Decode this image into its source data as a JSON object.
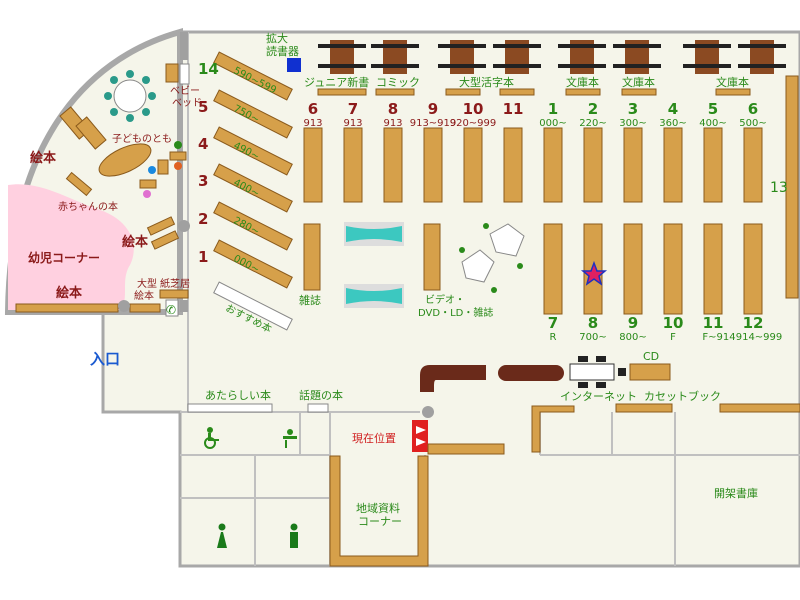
{
  "colors": {
    "floor": "#f5f5ea",
    "wall": "#a8a8a8",
    "shelf_fill": "#d6a04a",
    "shelf_stroke": "#8a5a1c",
    "table": "#8b4a22",
    "kids_pink": "#ffd0e0",
    "label_red": "#8b1a1a",
    "label_green": "#2a8a1a",
    "entrance_blue": "#1a5ad0"
  },
  "labels": {
    "enlarged_reader": "拡大\n読書器",
    "junior_new": "ジュニア新書",
    "comic": "コミック",
    "large_print": "大型活字本",
    "bunko1": "文庫本",
    "bunko2": "文庫本",
    "bunko3": "文庫本",
    "baby_bed": "ベビー\nベッド",
    "kodomo_no_tomo": "子どものとも",
    "ehon_top": "絵本",
    "akachan": "赤ちゃんの本",
    "ehon_mid": "絵本",
    "yoji_corner": "幼児コーナー",
    "ehon_bottom": "絵本",
    "large_ehon": "大型\n絵本",
    "kamishibai": "紙芝居",
    "osusume": "おすすめ本",
    "zasshi": "雑誌",
    "video": "ビデオ・\nDVD・LD・雑誌",
    "cd": "CD",
    "internet": "インターネット",
    "cassette": "カセットブック",
    "entrance": "入口",
    "atarashii": "あたらしい本",
    "wadai": "話題の本",
    "current": "現在位置",
    "chiiki": "地域資料\nコーナー",
    "kaika": "開架書庫"
  },
  "diag_shelves": [
    {
      "num": "14",
      "range": "590~599"
    },
    {
      "num": "5",
      "range": "750~"
    },
    {
      "num": "4",
      "range": "490~"
    },
    {
      "num": "3",
      "range": "400~"
    },
    {
      "num": "2",
      "range": "280~"
    },
    {
      "num": "1",
      "range": "000~"
    }
  ],
  "top_shelves": [
    {
      "num": "6",
      "sub": "913"
    },
    {
      "num": "7",
      "sub": "913"
    },
    {
      "num": "8",
      "sub": "913"
    },
    {
      "num": "9",
      "sub": "913~919"
    },
    {
      "num": "10",
      "sub": "920~999"
    },
    {
      "num": "11",
      "sub": ""
    },
    {
      "num": "1",
      "sub": "000~"
    },
    {
      "num": "2",
      "sub": "220~"
    },
    {
      "num": "3",
      "sub": "300~"
    },
    {
      "num": "4",
      "sub": "360~"
    },
    {
      "num": "5",
      "sub": "400~"
    },
    {
      "num": "6",
      "sub": "500~"
    }
  ],
  "right_shelf": {
    "num": "13"
  },
  "bottom_shelves": [
    {
      "num": "7",
      "sub": "R"
    },
    {
      "num": "8",
      "sub": "700~"
    },
    {
      "num": "9",
      "sub": "800~"
    },
    {
      "num": "10",
      "sub": "F"
    },
    {
      "num": "11",
      "sub": "F~914"
    },
    {
      "num": "12",
      "sub": "914~999"
    }
  ]
}
